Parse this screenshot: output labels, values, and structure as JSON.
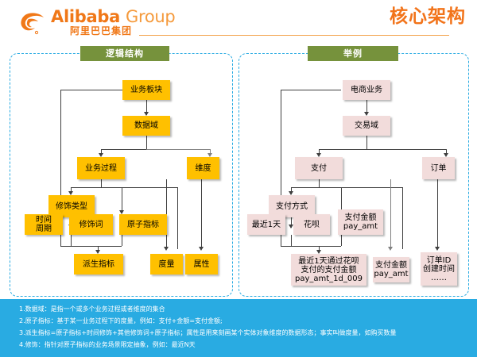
{
  "header": {
    "brand_main": "Alibaba",
    "brand_sub": "Group",
    "brand_cn": "阿里巴巴集团",
    "title": "核心架构",
    "logo_icon": "alibaba-logo-icon",
    "accent_orange": "#F07818",
    "title_color": "#F2741B"
  },
  "panels": {
    "left": {
      "title": "逻辑结构",
      "title_bg": "#76923C",
      "node_color": "#FFC000",
      "nodes": [
        {
          "id": "ywbk",
          "label": "业务板块"
        },
        {
          "id": "sjy",
          "label": "数据域"
        },
        {
          "id": "ywgc",
          "label": "业务过程"
        },
        {
          "id": "wd",
          "label": "维度"
        },
        {
          "id": "xslx",
          "label": "修饰类型"
        },
        {
          "id": "sjzq",
          "label": "时间\n周期"
        },
        {
          "id": "xsc",
          "label": "修饰词"
        },
        {
          "id": "yzzb",
          "label": "原子指标"
        },
        {
          "id": "pszb",
          "label": "派生指标"
        },
        {
          "id": "dl",
          "label": "度量"
        },
        {
          "id": "sx",
          "label": "属性"
        }
      ]
    },
    "right": {
      "title": "举例",
      "title_bg": "#76923C",
      "node_color": "#F2DCDB",
      "nodes": [
        {
          "id": "dsyw",
          "label": "电商业务"
        },
        {
          "id": "jyy",
          "label": "交易域"
        },
        {
          "id": "zf",
          "label": "支付"
        },
        {
          "id": "dd",
          "label": "订单"
        },
        {
          "id": "zffs",
          "label": "支付方式"
        },
        {
          "id": "zj1t",
          "label": "最近1天"
        },
        {
          "id": "hb",
          "label": "花呗"
        },
        {
          "id": "zfje1",
          "label": "支付金额\npay_amt"
        },
        {
          "id": "pszb2",
          "label": "最近1天通过花呗\n支付的支付金额\npay_amt_1d_009"
        },
        {
          "id": "zfje2",
          "label": "支付金额\npay_amt"
        },
        {
          "id": "ddsx",
          "label": "订单ID\n创建时间\n……"
        }
      ]
    }
  },
  "footer": {
    "bg": "#29ABE2",
    "lines": [
      "1.数据域：是指一个或多个业务过程或者维度的集合",
      "2.原子指标：基于某一业务过程下的度量，例如：支付+金额=支付金额;",
      "3.派生指标=原子指标+时间修饰+其他修饰词+原子指标；属性是用来刻画某个实体对象维度的数据形态；事实叫做度量，如购买数量",
      "4.修饰：指针对原子指标的业务场景限定抽象，例如：最近N天"
    ]
  }
}
